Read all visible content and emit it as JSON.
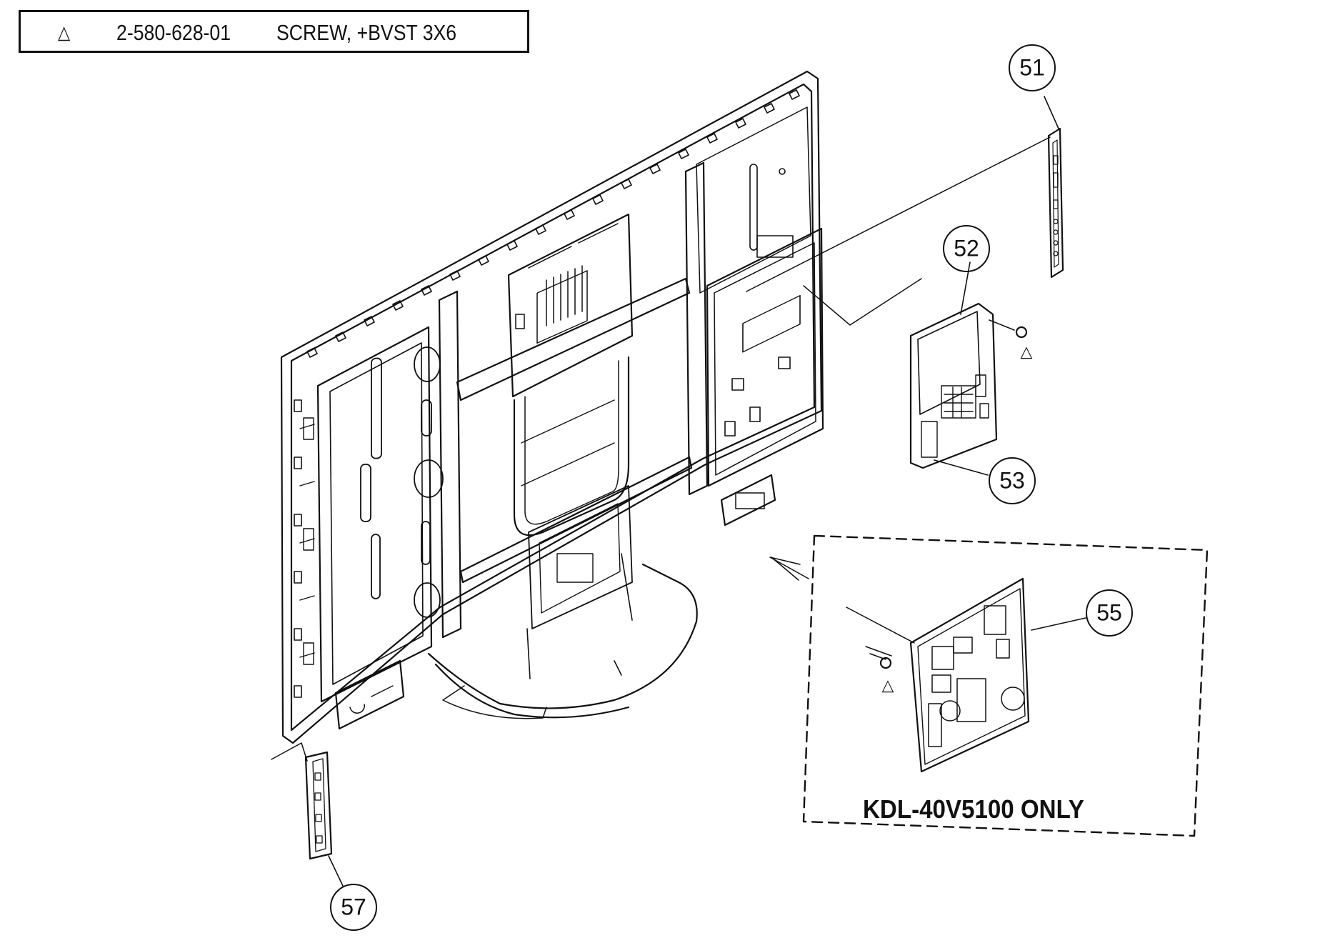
{
  "legend": {
    "mark": "△",
    "part_number": "2-580-628-01",
    "description": "SCREW, +BVST 3X6"
  },
  "callouts": {
    "c51": "51",
    "c52": "52",
    "c53": "53",
    "c55": "55",
    "c57": "57"
  },
  "warning_mark": "△",
  "model_note": "KDL-40V5100 ONLY"
}
